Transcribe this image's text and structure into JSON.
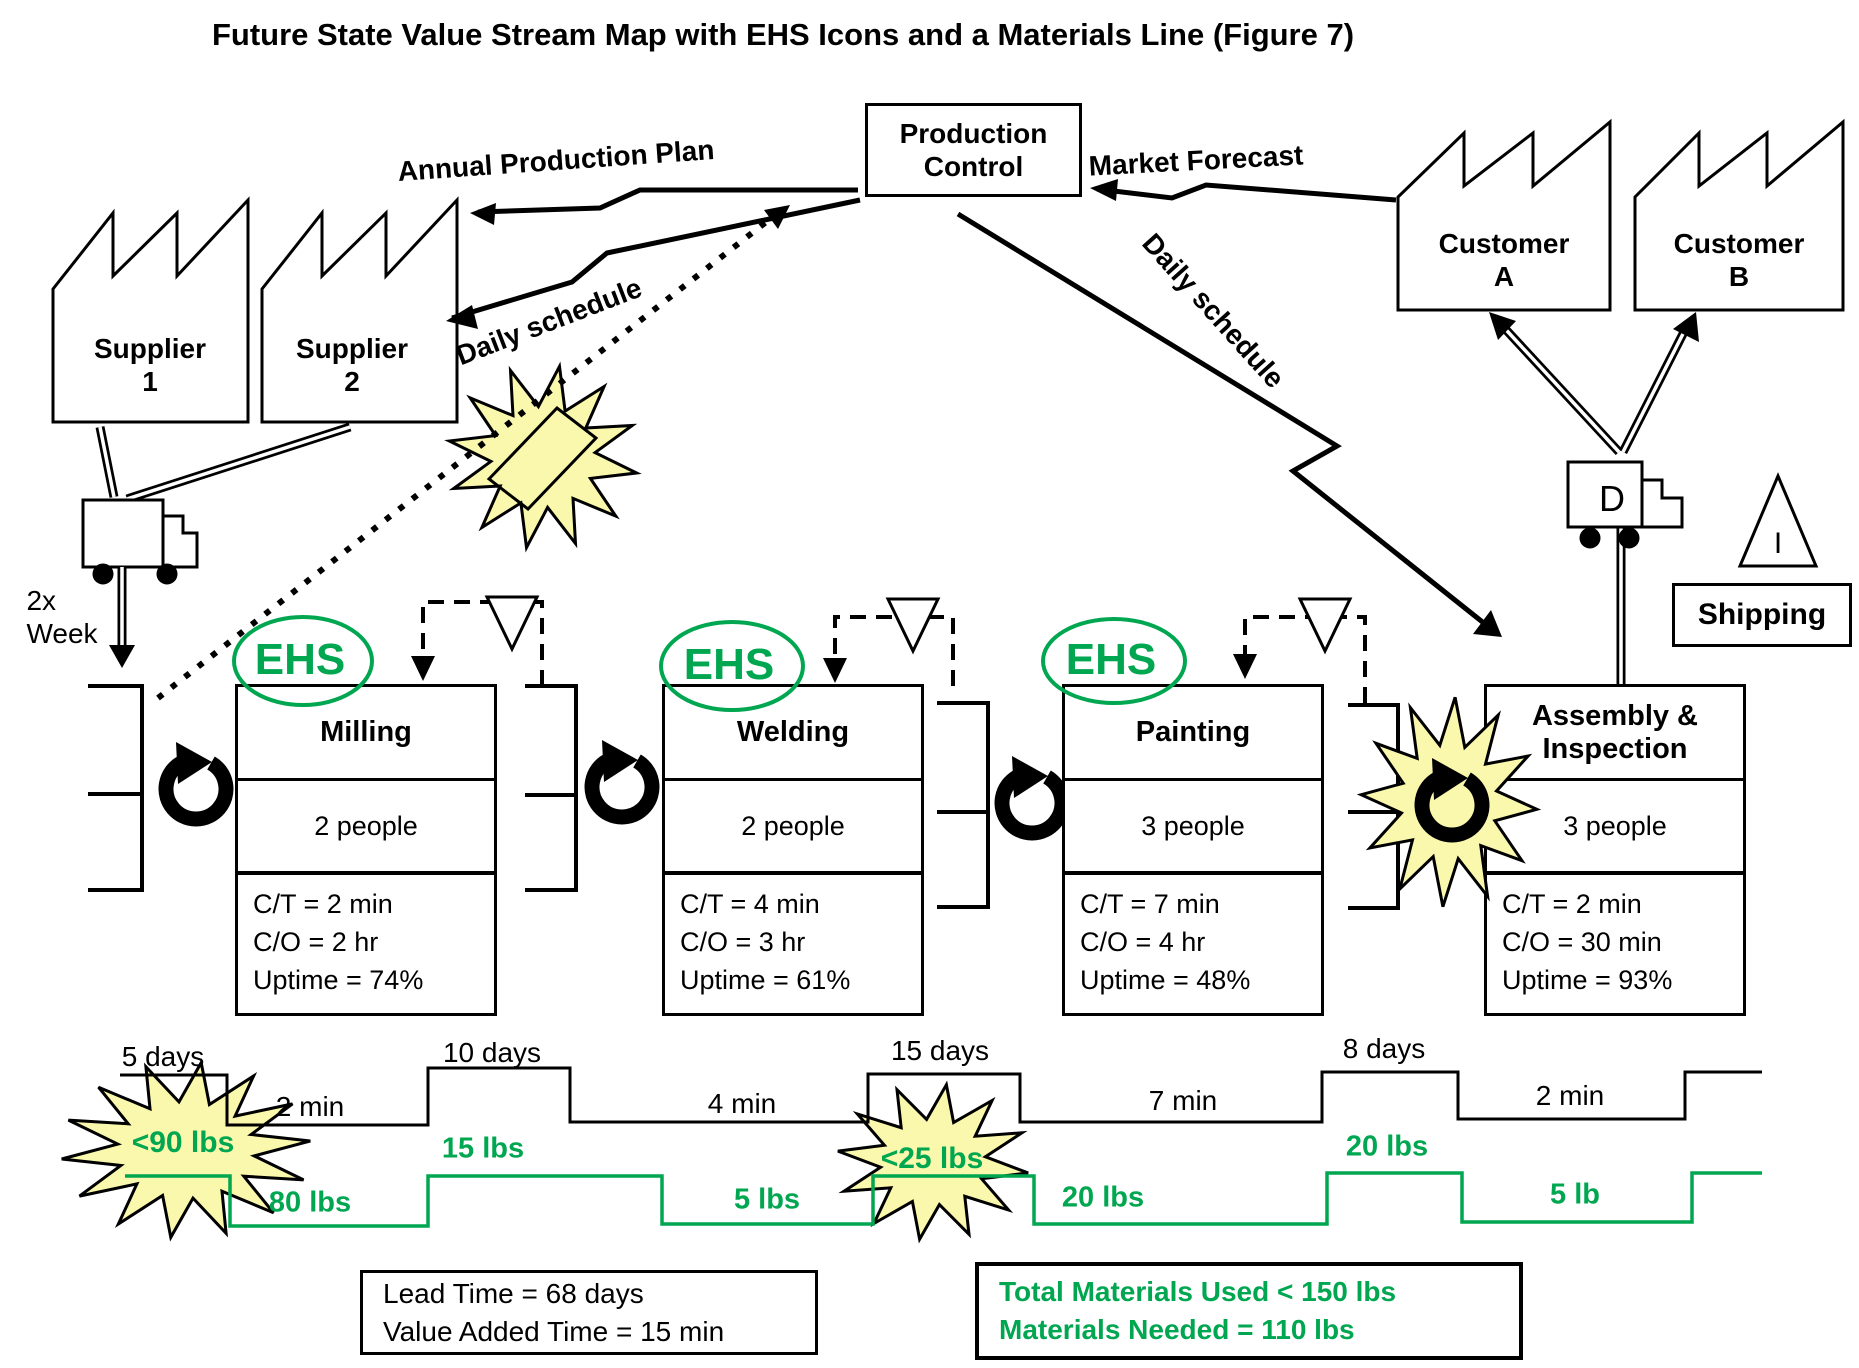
{
  "title": "Future State Value Stream Map with EHS Icons and a Materials Line (Figure 7)",
  "colors": {
    "green": "#00A650",
    "burst_yellow": "#FAF8AC"
  },
  "production_control": {
    "line1": "Production",
    "line2": "Control"
  },
  "flows": {
    "annual": "Annual Production Plan",
    "market": "Market Forecast",
    "daily_left": "Daily schedule",
    "daily_right": "Daily schedule"
  },
  "suppliers": [
    {
      "line1": "Supplier",
      "line2": "1"
    },
    {
      "line1": "Supplier",
      "line2": "2"
    }
  ],
  "customers": [
    {
      "line1": "Customer",
      "line2": "A"
    },
    {
      "line1": "Customer",
      "line2": "B"
    }
  ],
  "delivery": {
    "frequency_line1": "2x",
    "frequency_line2": "Week",
    "truck_letter": "D",
    "inventory_marker": "I",
    "shipping_label": "Shipping"
  },
  "ehs": {
    "label": "EHS"
  },
  "processes": [
    {
      "name": "Milling",
      "people": "2 people",
      "cycle_time": "C/T = 2 min",
      "changeover": "C/O = 2 hr",
      "uptime": "Uptime = 74%"
    },
    {
      "name": "Welding",
      "people": "2 people",
      "cycle_time": "C/T = 4 min",
      "changeover": "C/O = 3 hr",
      "uptime": "Uptime = 61%"
    },
    {
      "name": "Painting",
      "people": "3 people",
      "cycle_time": "C/T = 7 min",
      "changeover": "C/O = 4 hr",
      "uptime": "Uptime = 48%"
    },
    {
      "name_line1": "Assembly &",
      "name_line2": "Inspection",
      "people": "3 people",
      "cycle_time": "C/T = 2 min",
      "changeover": "C/O = 30 min",
      "uptime": "Uptime = 93%"
    }
  ],
  "timeline": {
    "wait_times": [
      "5 days",
      "10 days",
      "15 days",
      "8 days"
    ],
    "process_times": [
      "2 min",
      "4 min",
      "7 min",
      "2 min"
    ]
  },
  "materials": {
    "burst_values": [
      "<90 lbs",
      "<25 lbs"
    ],
    "flow_values": [
      "80 lbs",
      "15 lbs",
      "5 lbs",
      "20 lbs",
      "20 lbs",
      "5 lb"
    ]
  },
  "summary": {
    "lead_time": "Lead Time = 68 days",
    "value_added_time": "Value Added Time = 15 min",
    "total_materials": "Total Materials Used < 150 lbs",
    "materials_needed": "Materials Needed = 110 lbs"
  }
}
